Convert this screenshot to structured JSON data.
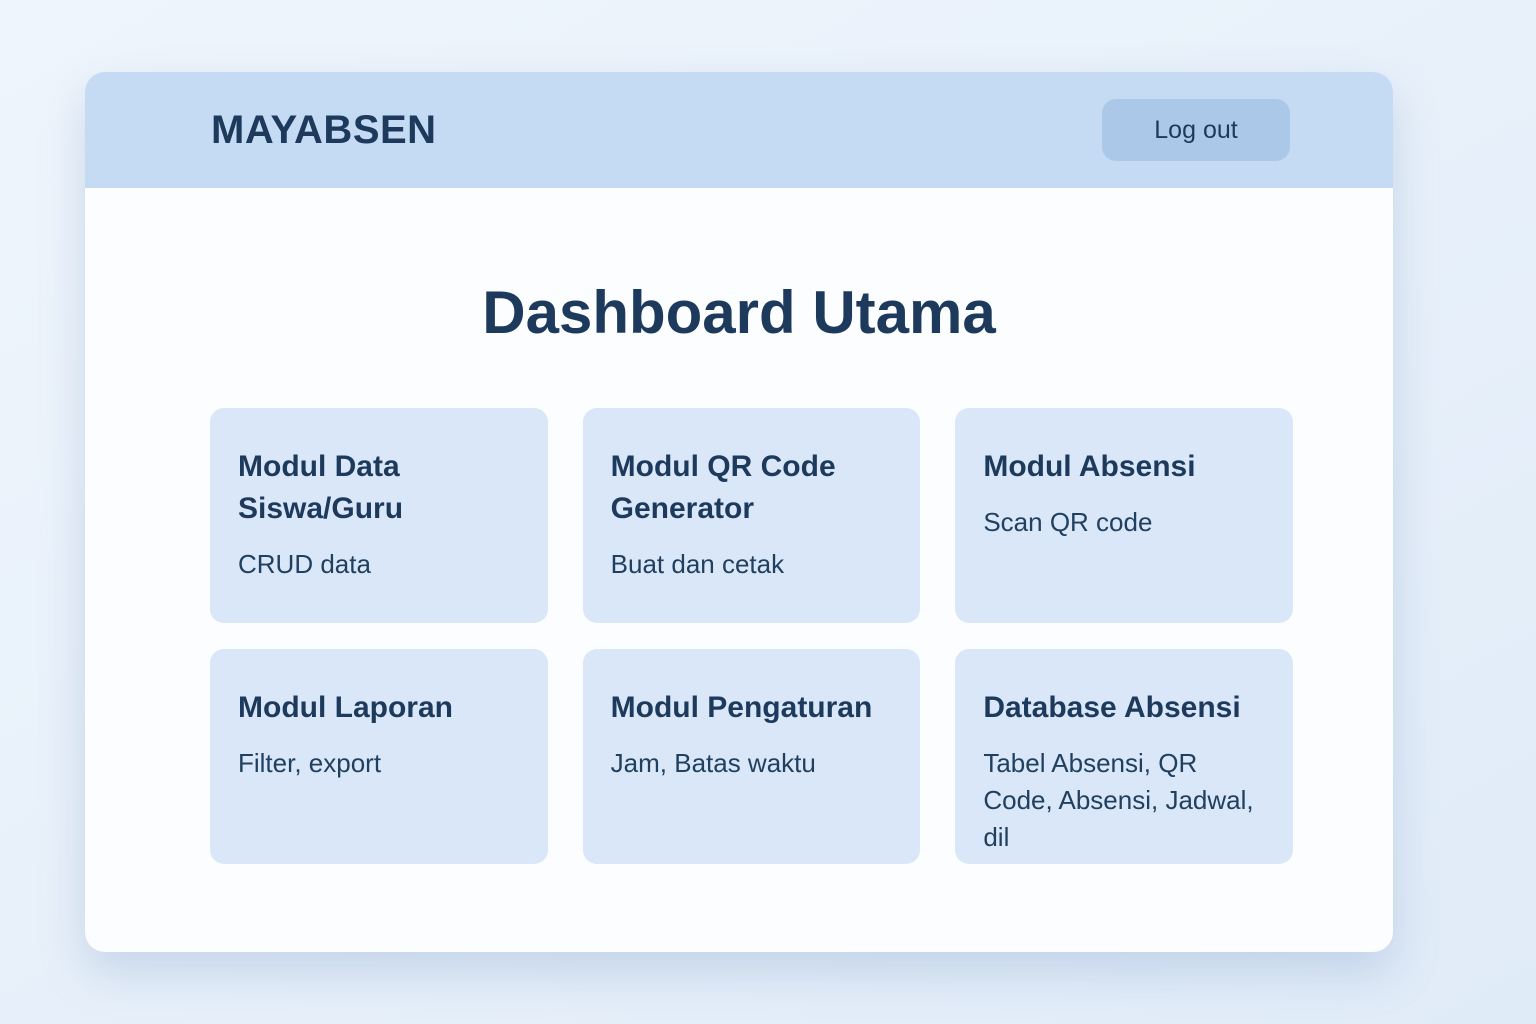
{
  "header": {
    "brand": "MAYABSEN",
    "logout_label": "Log out"
  },
  "main": {
    "title": "Dashboard Utama",
    "cards": [
      {
        "title": "Modul Data\nSiswa/Guru",
        "subtitle": "CRUD data"
      },
      {
        "title": "Modul QR Code\nGenerator",
        "subtitle": "Buat dan cetak"
      },
      {
        "title": "Modul Absensi",
        "subtitle": "Scan QR code"
      },
      {
        "title": "Modul Laporan",
        "subtitle": "Filter, export"
      },
      {
        "title": "Modul Pengaturan",
        "subtitle": "Jam, Batas waktu"
      },
      {
        "title": "Database Absensi",
        "subtitle": "Tabel Absensi, QR\nCode, Absensi, Jadwal,\ndil"
      }
    ]
  },
  "colors": {
    "page-bg-1": "#eff5fc",
    "page-bg-2": "#e0ebf8",
    "header-bg": "#c5daf3",
    "panel-bg": "#fcfdfe",
    "card-bg": "#d9e7f8",
    "button-bg": "#abc8e9",
    "ink": "#1d3a5c",
    "ink-soft": "#21405f"
  }
}
